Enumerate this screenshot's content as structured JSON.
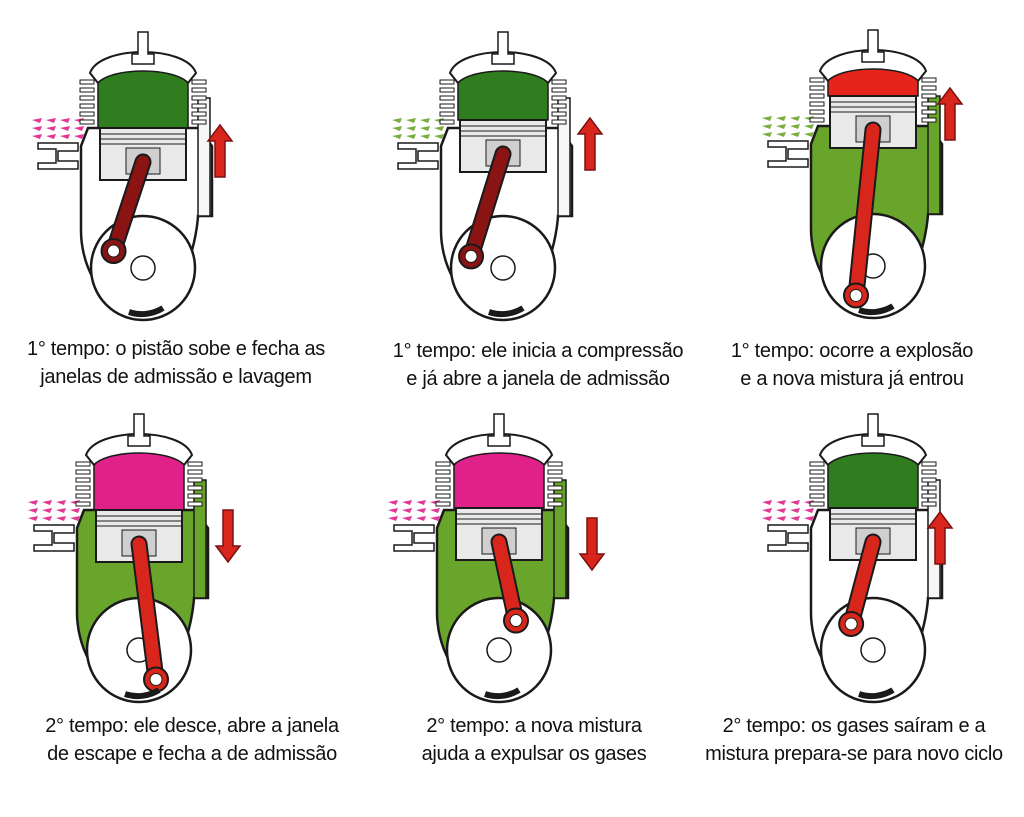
{
  "colors": {
    "fresh_mixture": "#2f7d1e",
    "mixture_light": "#6aa52b",
    "exhaust_gas": "#e0218a",
    "explosion": "#e5251c",
    "arrow": "#d9261c",
    "rod": "#8a1414",
    "rod_bright": "#d9261c",
    "metal": "#e9e9e9",
    "outline": "#1a1a1a"
  },
  "panels": [
    {
      "id": "p1",
      "upper": "mixture",
      "lower": "clean",
      "direction": "up",
      "caption": [
        "1° tempo: o pistão sobe e fecha as",
        "janelas de admissão e lavagem"
      ]
    },
    {
      "id": "p2",
      "upper": "mixture",
      "lower": "clean",
      "direction": "up",
      "caption": [
        "1° tempo: ele inicia a compressão",
        "e já abre a janela de admissão"
      ]
    },
    {
      "id": "p3",
      "upper": "explosion",
      "lower": "mixture",
      "direction": "up",
      "caption": [
        "1° tempo: ocorre a explosão",
        "e a nova mistura já entrou"
      ]
    },
    {
      "id": "p4",
      "upper": "exhaust",
      "lower": "mixture",
      "direction": "down",
      "caption": [
        "2° tempo: ele desce, abre a janela",
        "de escape e fecha a de admissão"
      ]
    },
    {
      "id": "p5",
      "upper": "exhaust",
      "lower": "mixture",
      "direction": "down",
      "caption": [
        "2° tempo: a nova mistura",
        "ajuda a expulsar os gases"
      ]
    },
    {
      "id": "p6",
      "upper": "mixture",
      "lower": "clean",
      "direction": "up",
      "caption": [
        "2° tempo: os gases saíram e a",
        "mistura prepara-se para novo ciclo"
      ]
    }
  ]
}
